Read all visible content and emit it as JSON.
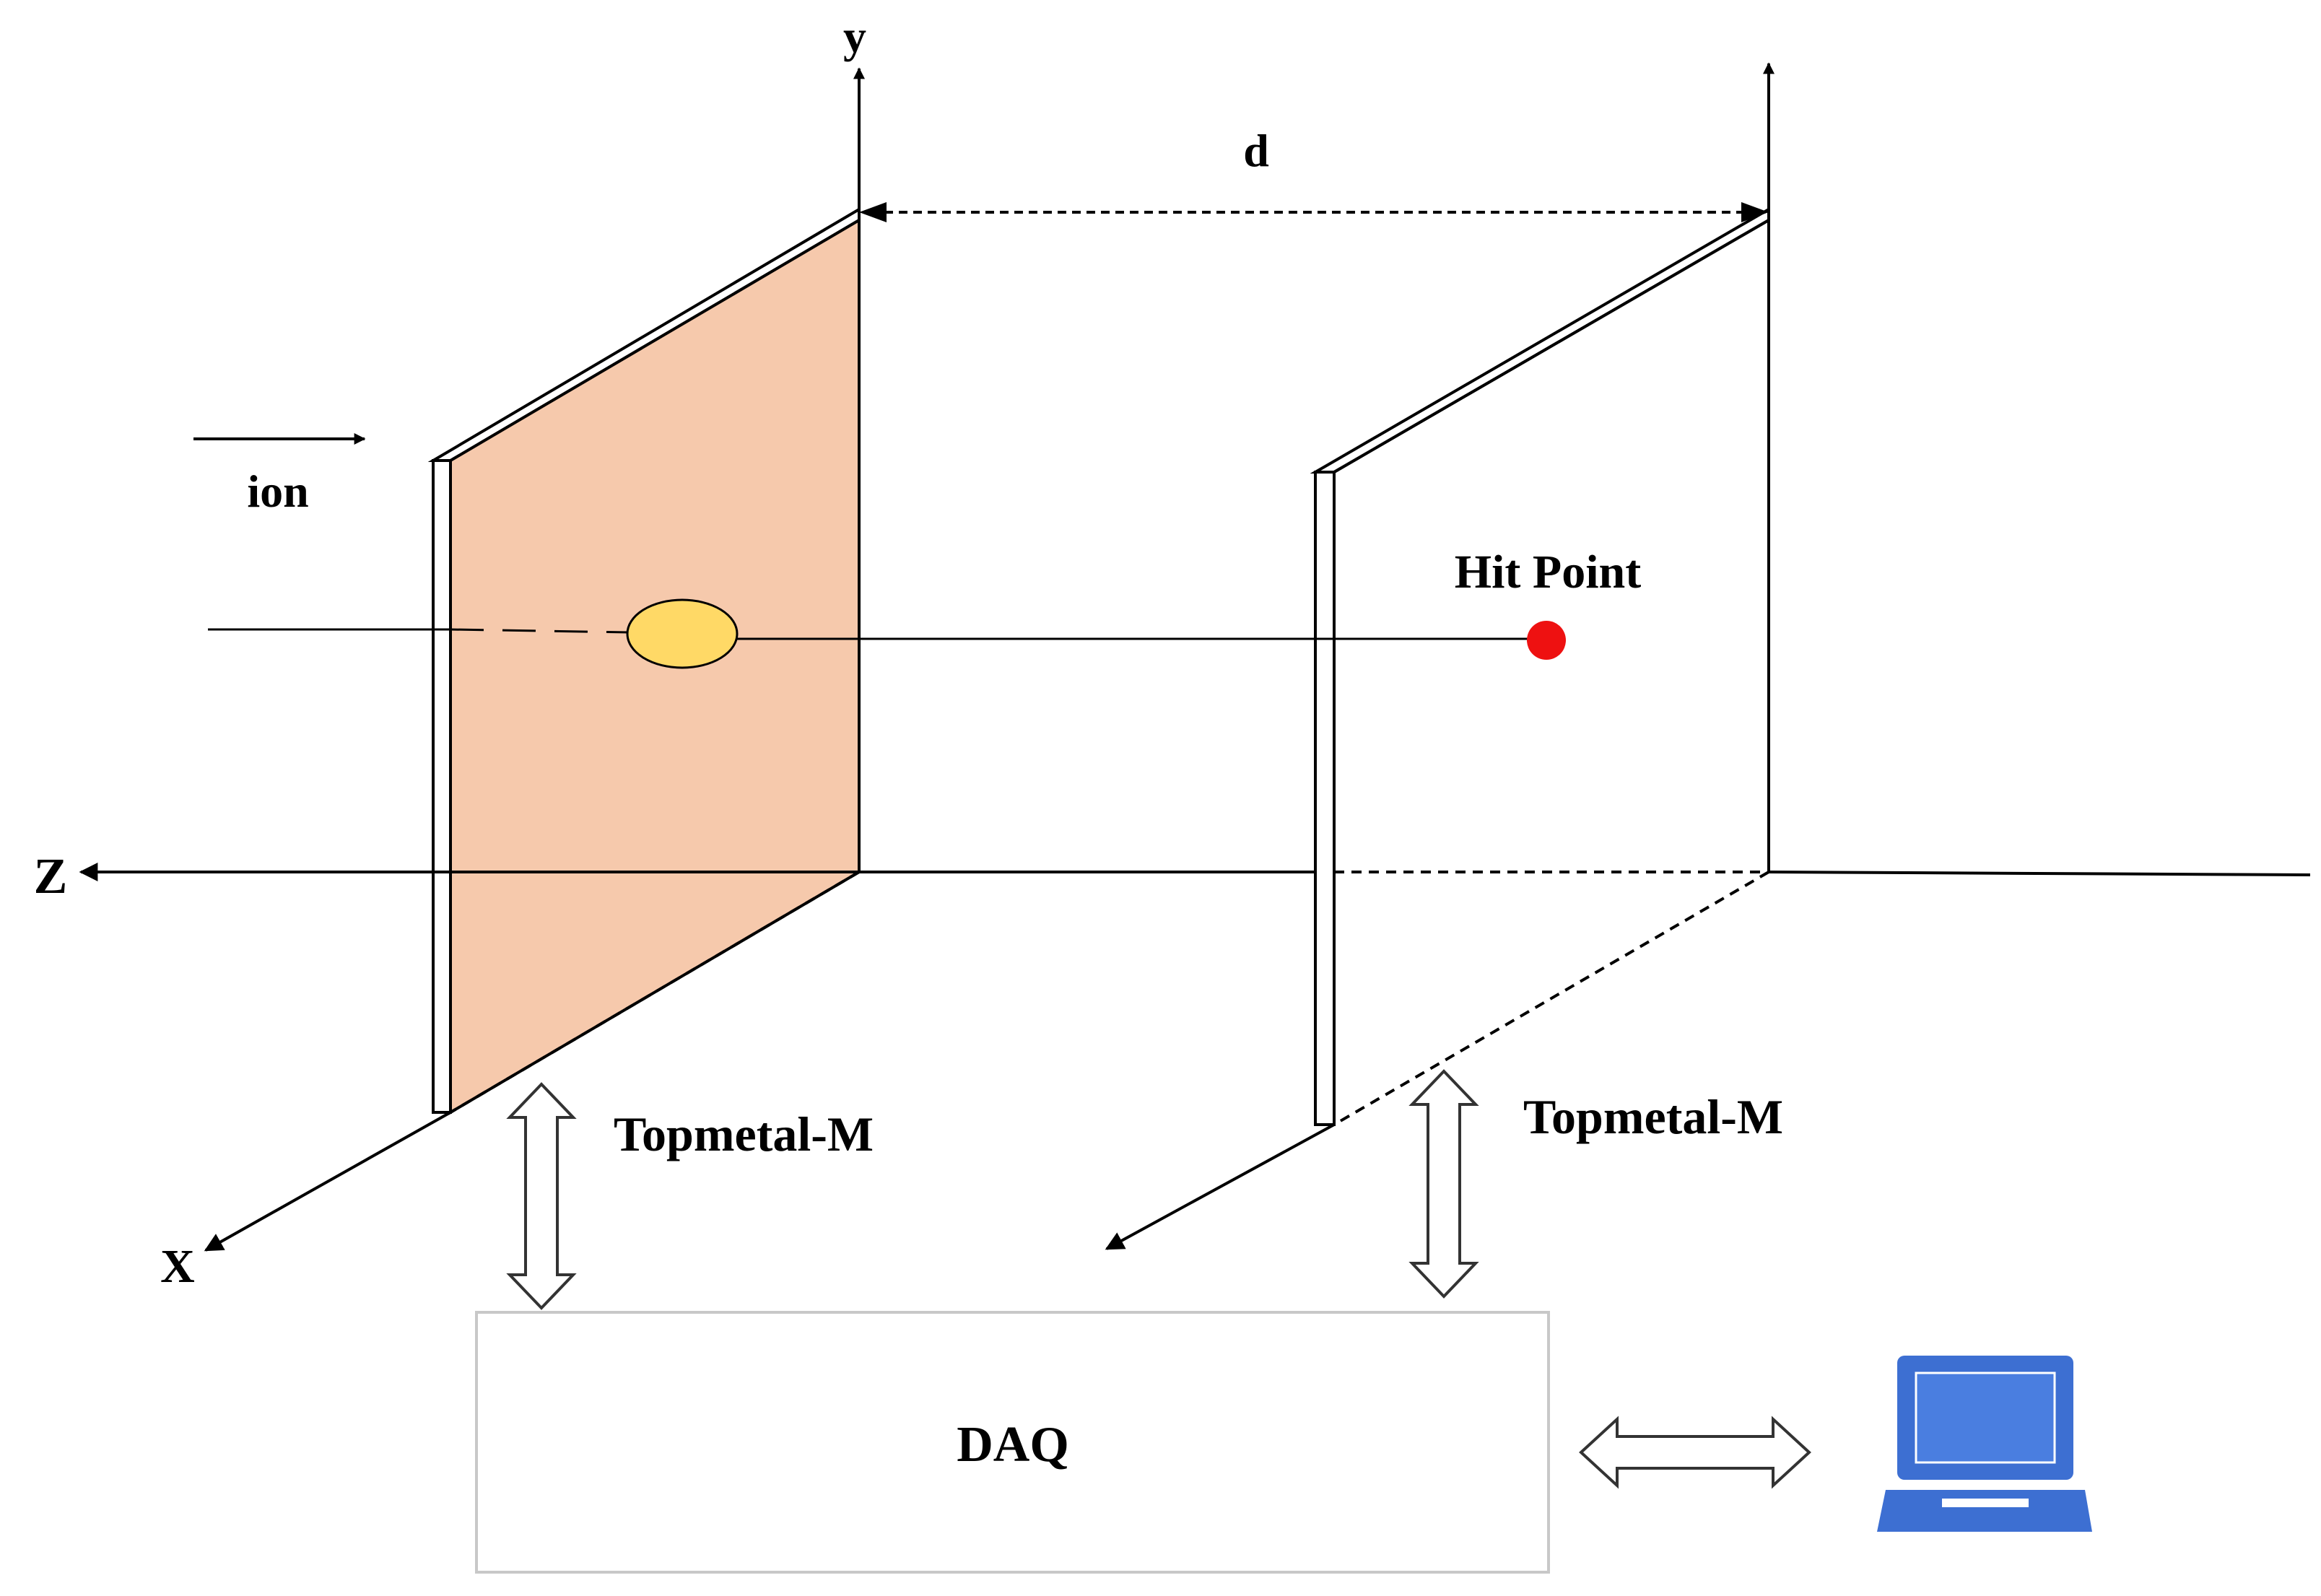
{
  "labels": {
    "y_axis": "y",
    "z_axis": "Z",
    "x_axis": "X",
    "distance": "d",
    "ion": "ion",
    "hit_point": "Hit Point",
    "detector_left": "Topmetal-M",
    "detector_right": "Topmetal-M",
    "daq": "DAQ"
  },
  "colors": {
    "front_plane_fill": "#f6c9ac",
    "ion_spot_fill": "#ffd966",
    "hit_point": "#ee1111",
    "laptop": "#3d6fd2",
    "daq_border": "#c8c8c8",
    "line": "#000000"
  },
  "icons": {
    "laptop": "laptop-icon"
  }
}
